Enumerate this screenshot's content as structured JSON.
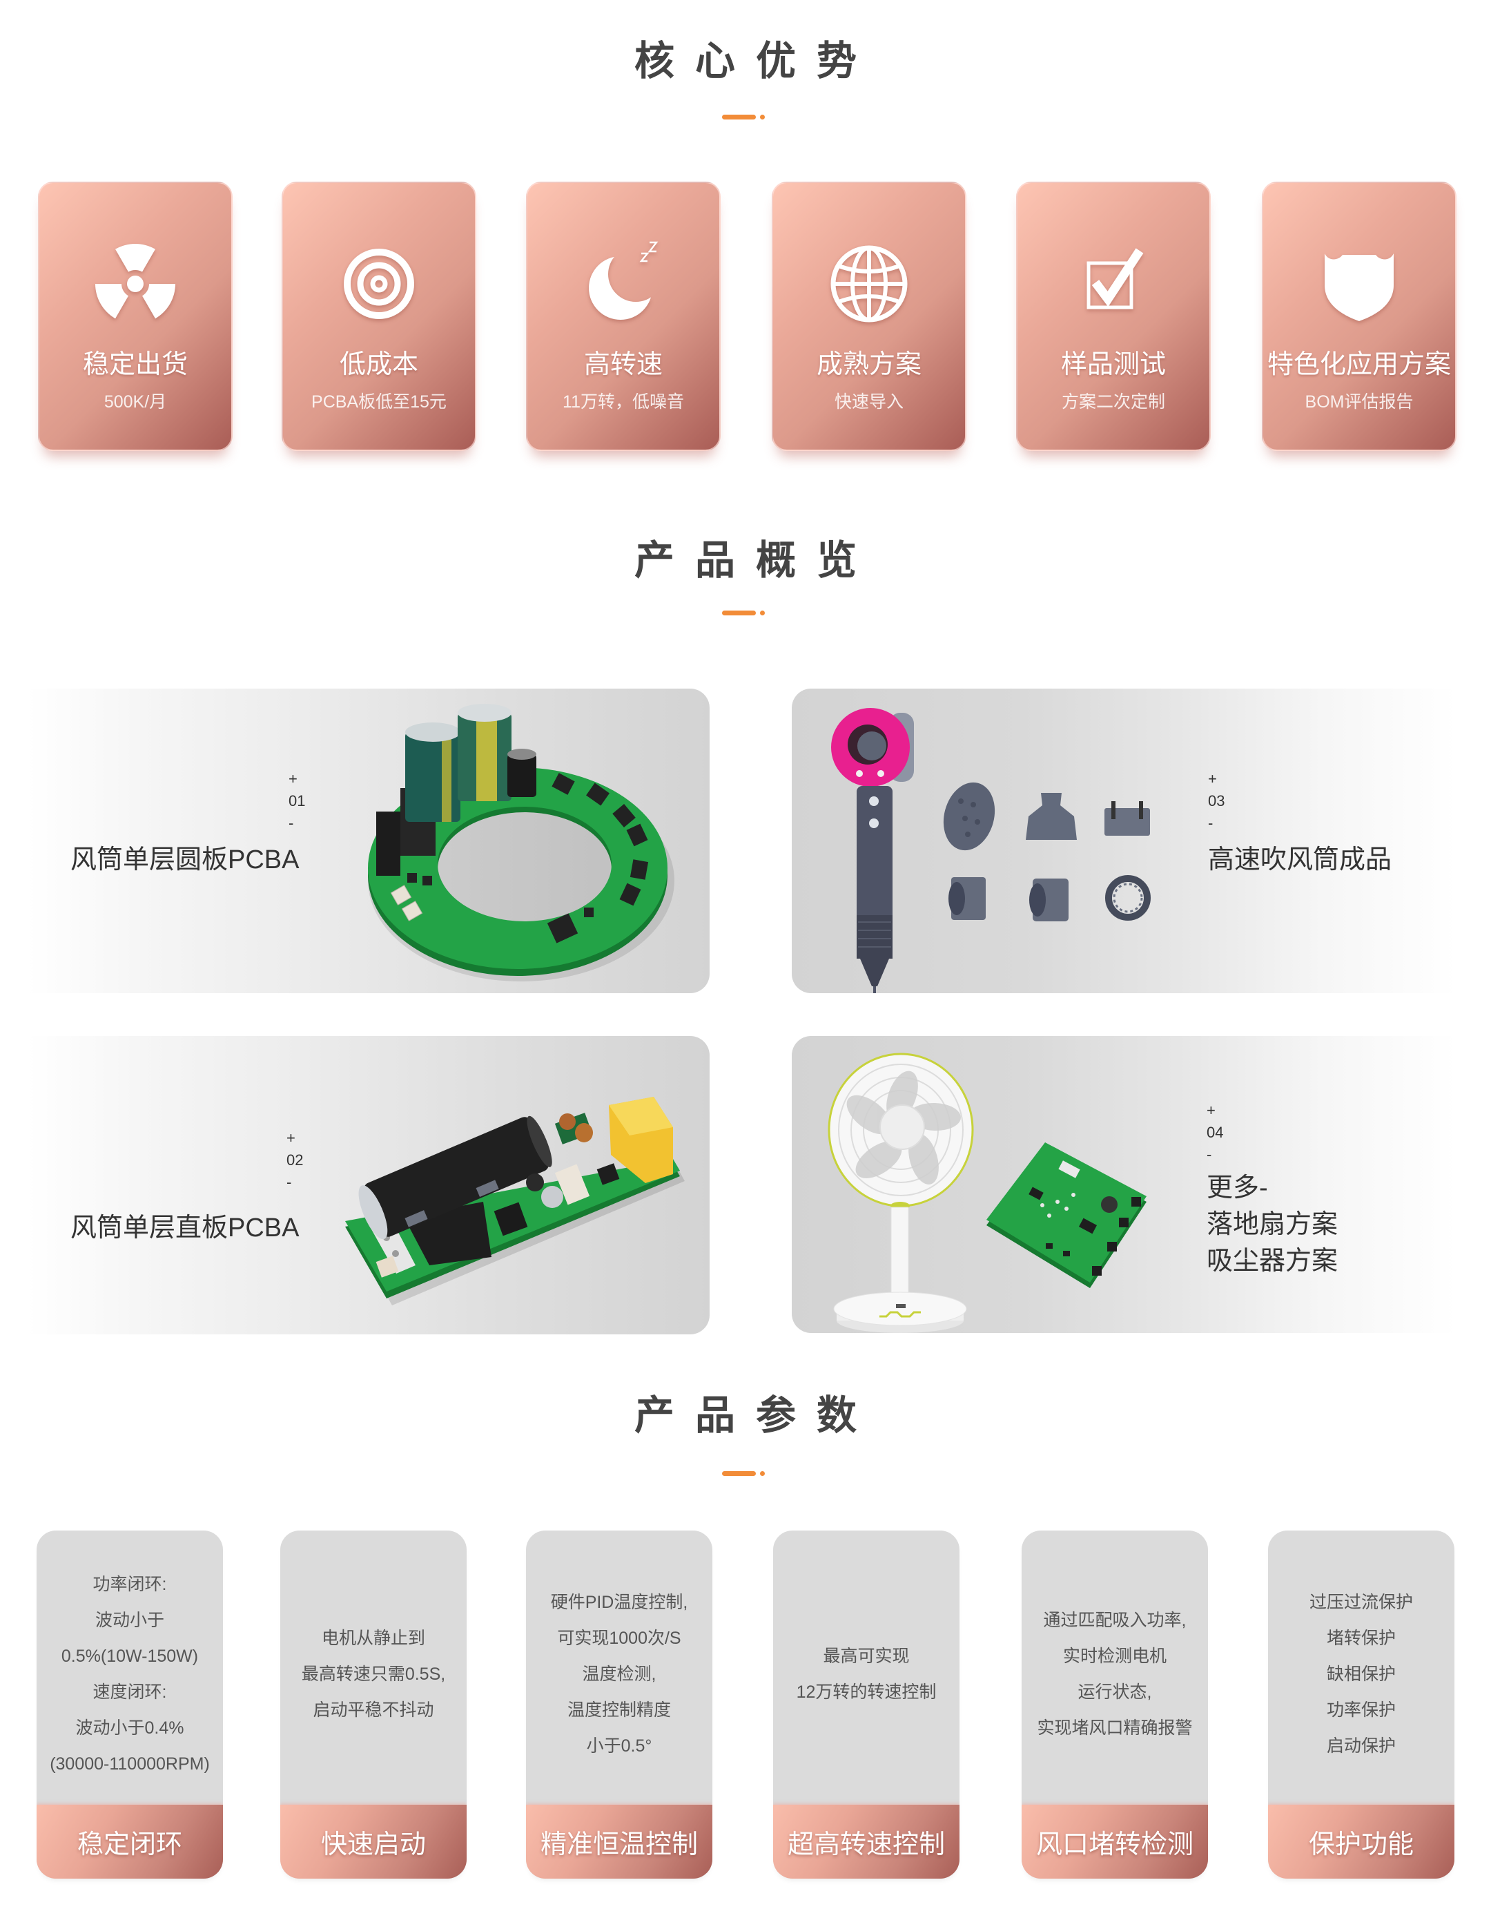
{
  "theme": {
    "accent": "#f28c38",
    "title_color": "#444444",
    "card_grad_start": "#fdc5b3",
    "card_grad_mid": "#dc9a8b",
    "card_grad_end": "#a95d56",
    "panel_gray": "#d3d3d3",
    "param_card_bg": "#dbdbdb",
    "text_dark": "#333333",
    "text_body": "#555555"
  },
  "advantages": {
    "title": "核心优势",
    "cards": [
      {
        "icon": "radiation-icon",
        "title": "稳定出货",
        "subtitle": "500K/月"
      },
      {
        "icon": "target-icon",
        "title": "低成本",
        "subtitle": "PCBA板低至15元"
      },
      {
        "icon": "moon-icon",
        "title": "高转速",
        "subtitle": "11万转，低噪音"
      },
      {
        "icon": "globe-icon",
        "title": "成熟方案",
        "subtitle": "快速导入"
      },
      {
        "icon": "checkbox-icon",
        "title": "样品测试",
        "subtitle": "方案二次定制"
      },
      {
        "icon": "shield-icon",
        "title": "特色化应用方案",
        "subtitle": "BOM评估报告"
      }
    ]
  },
  "overview": {
    "title": "产品概览",
    "panels": [
      {
        "plus": "+",
        "index": "01",
        "minus": "-",
        "label": "风筒单层圆板PCBA",
        "image": "round-pcb-board"
      },
      {
        "plus": "+",
        "index": "03",
        "minus": "-",
        "label": "高速吹风筒成品",
        "image": "hair-dryer-with-attachments"
      },
      {
        "plus": "+",
        "index": "02",
        "minus": "-",
        "label": "风筒单层直板PCBA",
        "image": "straight-pcb-board"
      },
      {
        "plus": "+",
        "index": "04",
        "minus": "-",
        "lines": [
          "更多-",
          "落地扇方案",
          "吸尘器方案"
        ],
        "image": "floor-fan-and-pcb"
      }
    ]
  },
  "params": {
    "title": "产品参数",
    "cards": [
      {
        "lines": [
          "功率闭环:",
          "波动小于",
          "0.5%(10W-150W)",
          "速度闭环:",
          "波动小于0.4%",
          "(30000-110000RPM)"
        ],
        "title": "稳定闭环"
      },
      {
        "lines": [
          "电机从静止到",
          "最高转速只需0.5S,",
          "启动平稳不抖动"
        ],
        "title": "快速启动"
      },
      {
        "lines": [
          "硬件PID温度控制,",
          "可实现1000次/S",
          "温度检测,",
          "温度控制精度",
          "小于0.5°"
        ],
        "title": "精准恒温控制"
      },
      {
        "lines": [
          "最高可实现",
          "12万转的转速控制"
        ],
        "title": "超高转速控制"
      },
      {
        "lines": [
          "通过匹配吸入功率,",
          "实时检测电机",
          "运行状态,",
          "实现堵风口精确报警"
        ],
        "title": "风口堵转检测"
      },
      {
        "lines": [
          "过压过流保护",
          "堵转保护",
          "缺相保护",
          "功率保护",
          "启动保护"
        ],
        "title": "保护功能"
      }
    ]
  }
}
